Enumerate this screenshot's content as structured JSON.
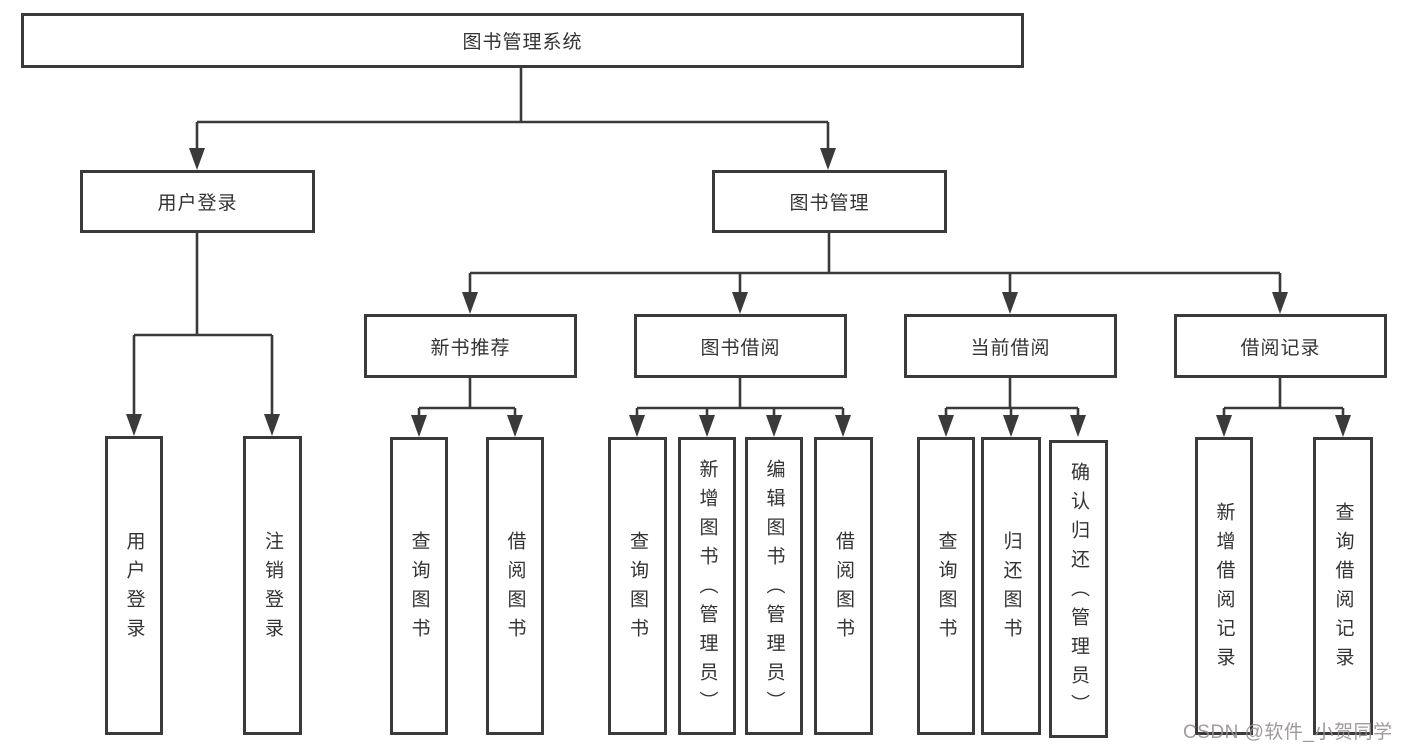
{
  "diagram": {
    "title": "图书管理系统",
    "branches": [
      {
        "label": "用户登录",
        "children": [
          {
            "label": "用户登录"
          },
          {
            "label": "注销登录"
          }
        ]
      },
      {
        "label": "图书管理",
        "children": [
          {
            "label": "新书推荐",
            "children": [
              {
                "label": "查询图书"
              },
              {
                "label": "借阅图书"
              }
            ]
          },
          {
            "label": "图书借阅",
            "children": [
              {
                "label": "查询图书"
              },
              {
                "label": "新增图书（管理员）"
              },
              {
                "label": "编辑图书（管理员）"
              },
              {
                "label": "借阅图书"
              }
            ]
          },
          {
            "label": "当前借阅",
            "children": [
              {
                "label": "查询图书"
              },
              {
                "label": "归还图书"
              },
              {
                "label": "确认归还（管理员）"
              }
            ]
          },
          {
            "label": "借阅记录",
            "children": [
              {
                "label": "新增借阅记录"
              },
              {
                "label": "查询借阅记录"
              }
            ]
          }
        ]
      }
    ],
    "colors": {
      "line": "#3a3a3a",
      "box_border": "#3a3a3a",
      "text": "#333333",
      "background": "#ffffff",
      "watermark": "#968f8f"
    }
  },
  "watermark": {
    "text": "CSDN @软件_小贺同学"
  }
}
